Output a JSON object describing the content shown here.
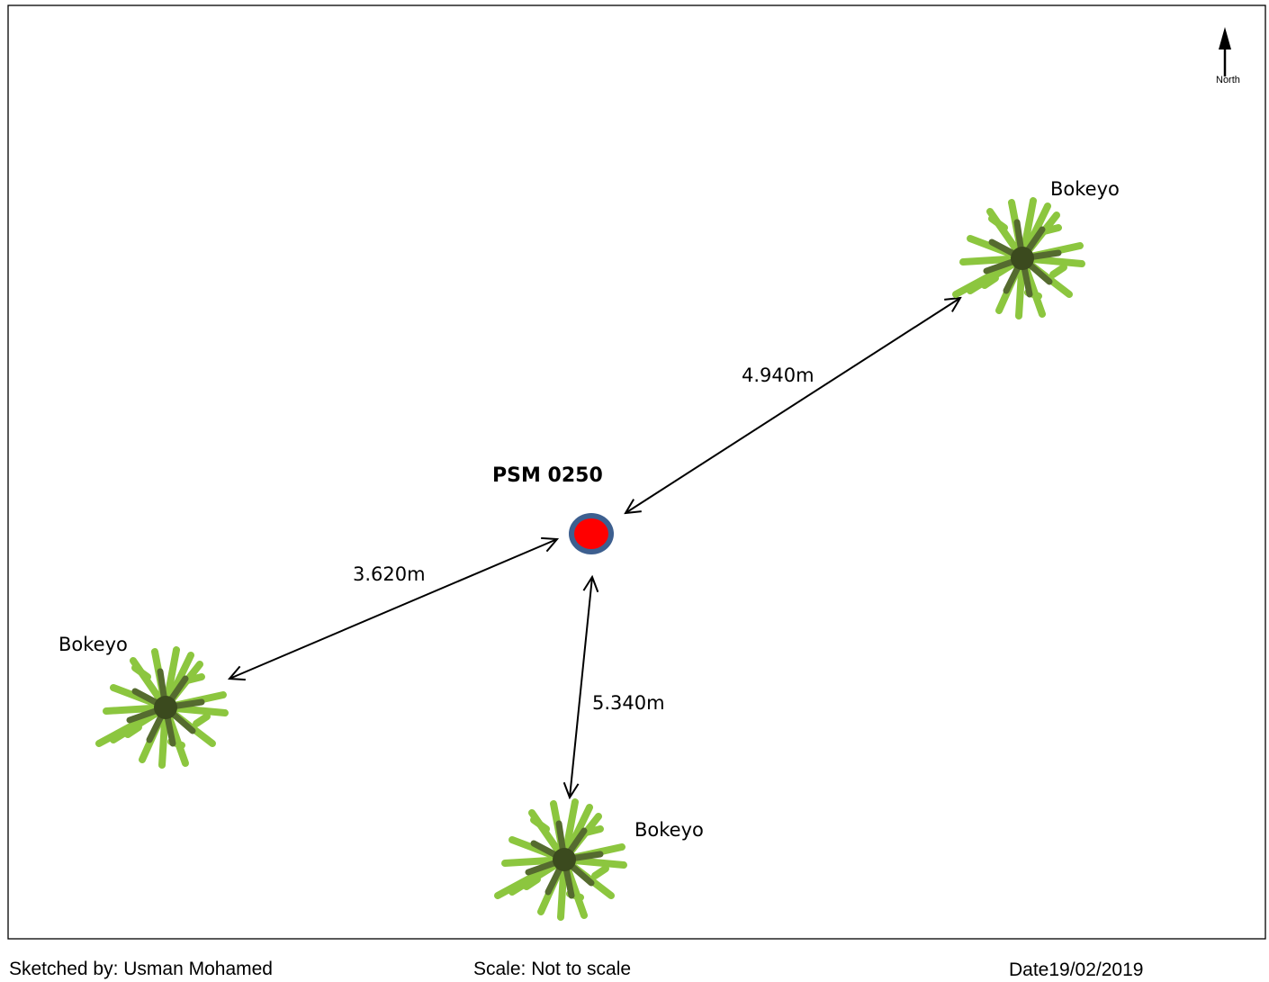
{
  "north_arrow": {
    "label": "North",
    "icon": "north-arrow-icon"
  },
  "station": {
    "label": "PSM 0250",
    "icon": "survey-marker-icon",
    "fill_color": "#ff0000",
    "ring_color": "#3d5f8f"
  },
  "trees": [
    {
      "label": "Bokeyo",
      "icon": "tree-icon"
    },
    {
      "label": "Bokeyo",
      "icon": "tree-icon"
    },
    {
      "label": "Bokeyo",
      "icon": "tree-icon"
    }
  ],
  "distances": [
    {
      "label": "4.940m",
      "to": "Bokeyo (north-east)"
    },
    {
      "label": "3.620m",
      "to": "Bokeyo (west)"
    },
    {
      "label": "5.340m",
      "to": "Bokeyo (south)"
    }
  ],
  "footer": {
    "sketched_by": "Sketched by: Usman Mohamed",
    "scale": "Scale: Not to scale",
    "date": "Date19/02/2019"
  },
  "colors": {
    "tree_light": "#8cc63f",
    "tree_dark": "#556b2f",
    "tree_center": "#3b4a1e"
  }
}
